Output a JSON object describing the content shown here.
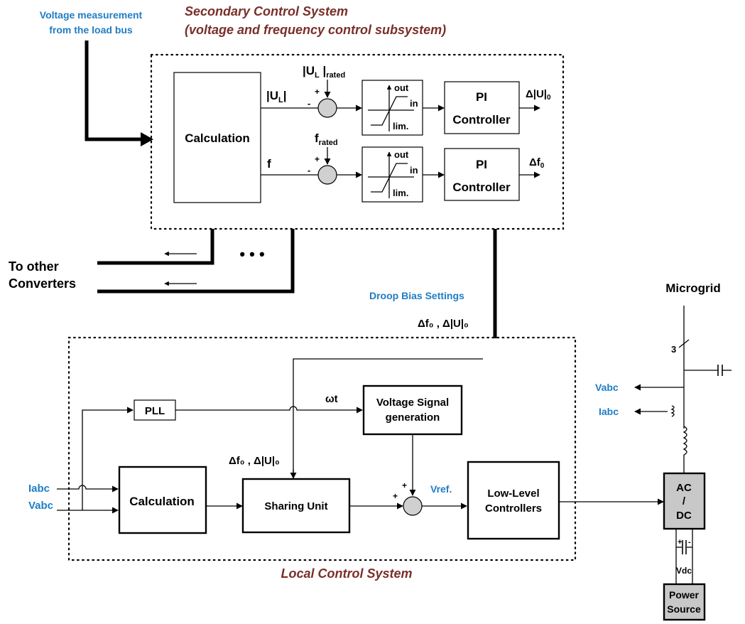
{
  "colors": {
    "label_blue": "#1f7dc4",
    "title_red": "#7a2f2a",
    "block_grey": "#c8c8c8",
    "summer_grey": "#d0d0d0"
  },
  "secondary": {
    "title_line1": "Secondary Control System",
    "title_line2": "(voltage and frequency control subsystem)",
    "measure_line1": "Voltage measurement",
    "measure_line2": "from the load bus",
    "calc_label": "Calculation",
    "ul_label": "|U",
    "ul_sub": "L",
    "ul_end": "|",
    "ul_rated": "|U",
    "ul_rated_sub1": "L",
    "ul_rated_mid": " |",
    "ul_rated_sub2": "rated",
    "f_label": "f",
    "f_rated": "f",
    "f_rated_sub": "rated",
    "plus": "+",
    "minus": "-",
    "lim_out": "out",
    "lim_in": "in",
    "lim_lim": "lim.",
    "pi_line1": "PI",
    "pi_line2": "Controller",
    "out_u": "Δ|U|",
    "out_u_sub": "0",
    "out_f": "Δf",
    "out_f_sub": "0"
  },
  "others": {
    "line1": "To other",
    "line2": "Converters",
    "ellipsis": "• • •"
  },
  "droop": {
    "title": "Droop Bias Settings",
    "values": "Δf₀ , Δ|U|₀"
  },
  "local": {
    "title": "Local Control System",
    "pll": "PLL",
    "wt": "ωt",
    "vsg_line1": "Voltage Signal",
    "vsg_line2": "generation",
    "calc": "Calculation",
    "sharing": "Sharing Unit",
    "sharing_in": "Δf₀ , Δ|U|₀",
    "vref": "Vref.",
    "llc_line1": "Low-Level",
    "llc_line2": "Controllers",
    "iabc": "Iabc",
    "vabc": "Vabc",
    "plus": "+"
  },
  "microgrid": {
    "title": "Microgrid",
    "phases": "3",
    "vabc": "Vabc",
    "iabc": "Iabc",
    "acdc_line1": "AC",
    "acdc_line2": "/",
    "acdc_line3": "DC",
    "vdc": "Vdc",
    "ps_line1": "Power",
    "ps_line2": "Source",
    "plus": "+",
    "minus": "-"
  }
}
